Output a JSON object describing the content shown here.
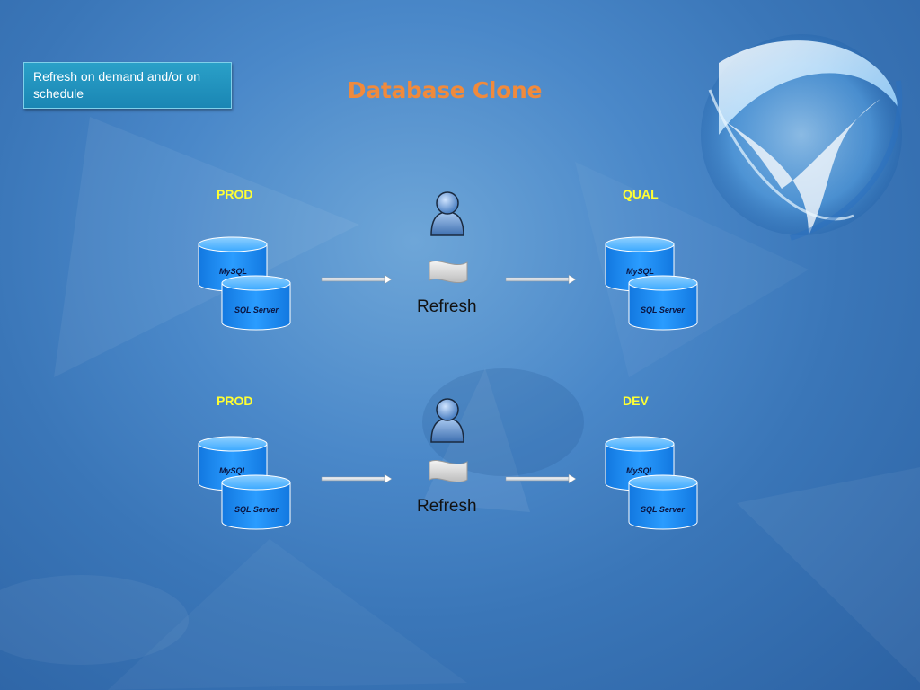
{
  "callout": {
    "text": "Refresh on demand and/or on schedule"
  },
  "title": "Database Clone",
  "rows": [
    {
      "source_env": "PROD",
      "target_env": "QUAL",
      "action_label": "Refresh",
      "source_dbs": [
        "MySQL",
        "SQL Server"
      ],
      "target_dbs": [
        "MySQL",
        "SQL Server"
      ]
    },
    {
      "source_env": "PROD",
      "target_env": "DEV",
      "action_label": "Refresh",
      "source_dbs": [
        "MySQL",
        "SQL Server"
      ],
      "target_dbs": [
        "MySQL",
        "SQL Server"
      ]
    }
  ],
  "colors": {
    "title": "#f08a3c",
    "env_label": "#ffff33",
    "db_fill": "#1a90ff",
    "callout_bg": "#1a86b4"
  },
  "icons": {
    "logo": "silverlight-logo-icon",
    "user": "user-icon",
    "arrow": "right-arrow-icon",
    "wave": "wave-flag-icon"
  }
}
